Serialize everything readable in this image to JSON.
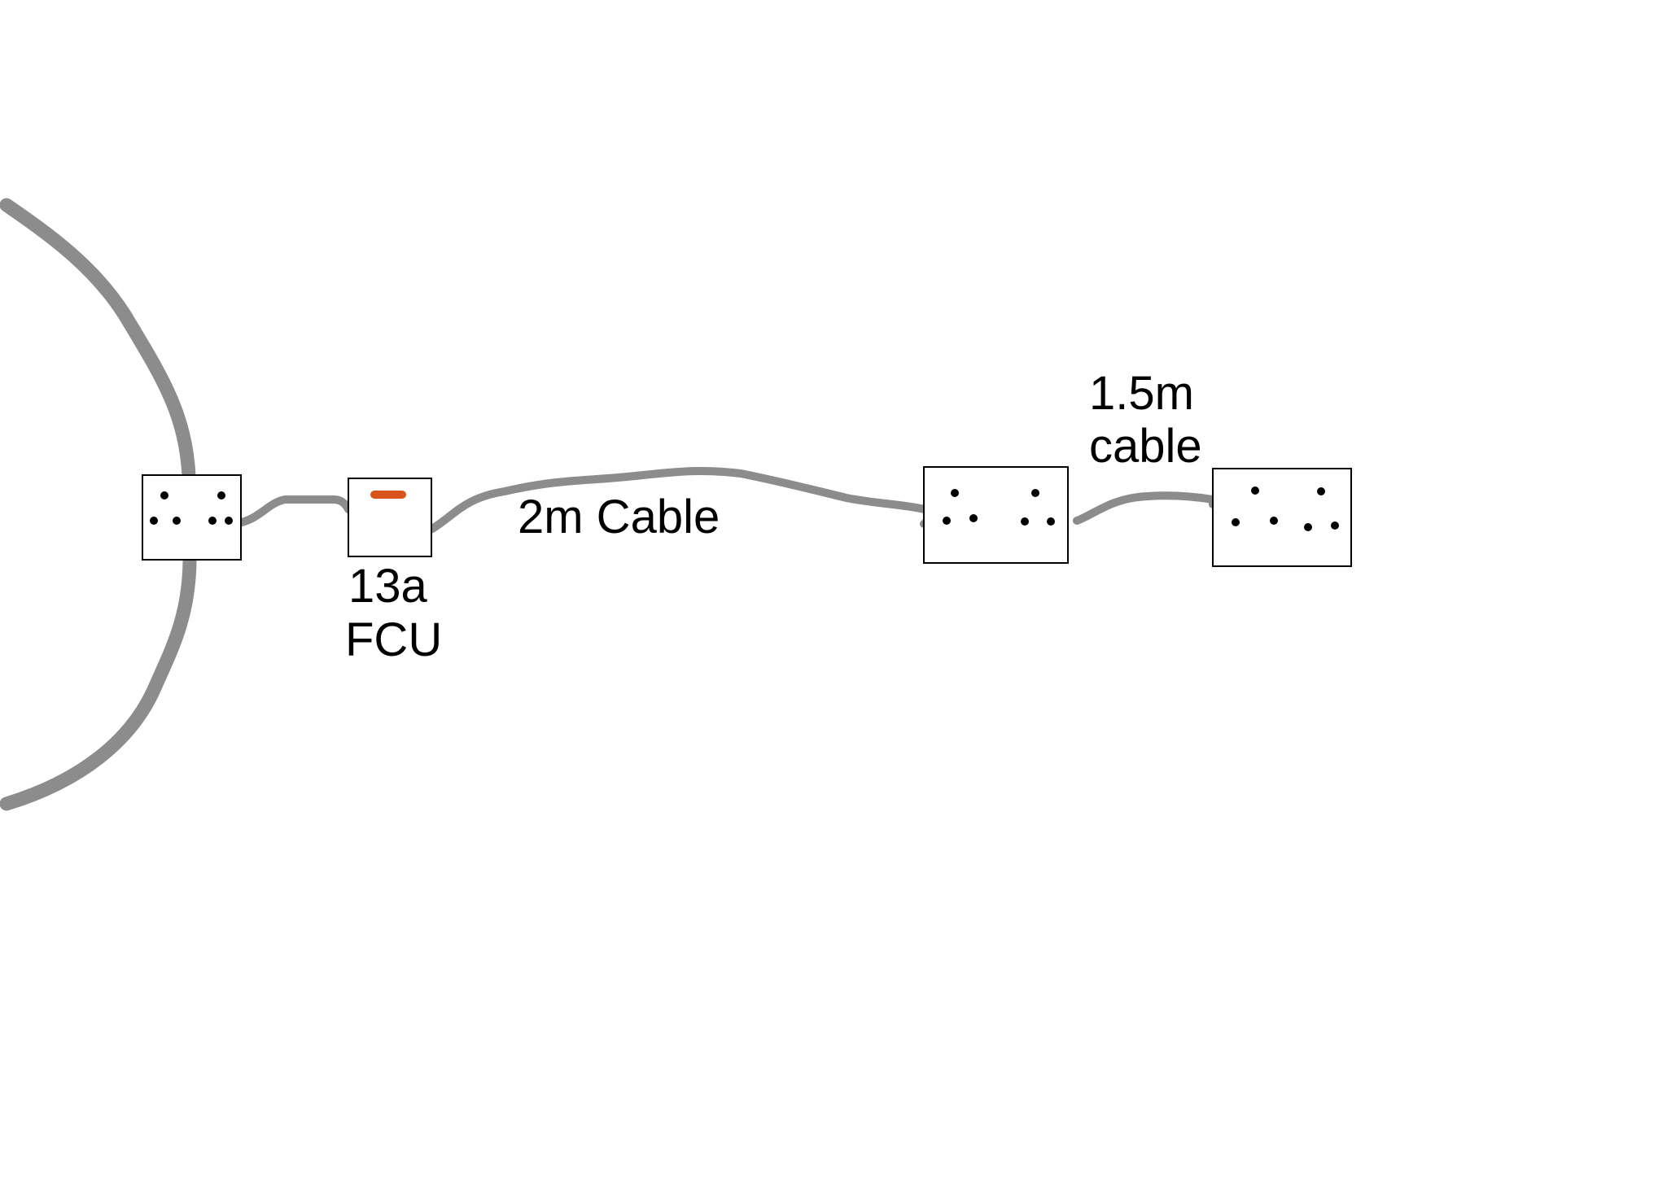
{
  "colors": {
    "cable": "#8c8c8c",
    "switch_indicator": "#d9531e",
    "outline": "#000000",
    "background": "#ffffff"
  },
  "components": {
    "ring_main_socket": {
      "icon": "double-socket-icon"
    },
    "fcu": {
      "icon": "fused-spur-icon",
      "label_line1": "13a",
      "label_line2": "FCU"
    },
    "socket_2": {
      "icon": "double-socket-icon"
    },
    "socket_3": {
      "icon": "double-socket-icon"
    }
  },
  "cables": {
    "ring_main": {
      "label": ""
    },
    "spur_to_fcu": {
      "label": ""
    },
    "fcu_to_socket_2": {
      "label": "2m Cable"
    },
    "socket_2_to_socket_3": {
      "label_line1": "1.5m",
      "label_line2": "cable"
    }
  }
}
